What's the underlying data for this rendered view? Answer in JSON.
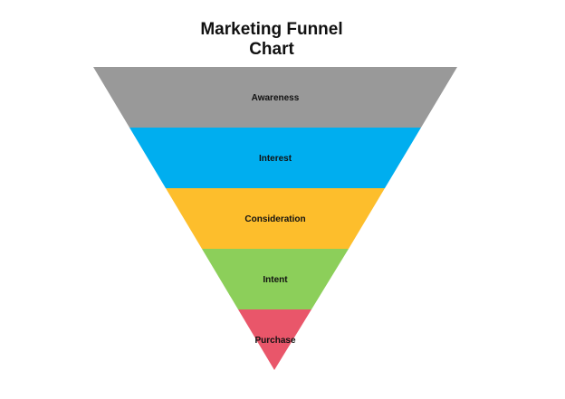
{
  "diagram": {
    "title_line1": "Marketing Funnel",
    "title_line2": "Chart",
    "stages": [
      {
        "label": "Awareness",
        "color": "#999999"
      },
      {
        "label": "Interest",
        "color": "#00aeef"
      },
      {
        "label": "Consideration",
        "color": "#fdbe2c"
      },
      {
        "label": "Intent",
        "color": "#8ccf5a"
      },
      {
        "label": "Purchase",
        "color": "#e9566a"
      }
    ]
  }
}
